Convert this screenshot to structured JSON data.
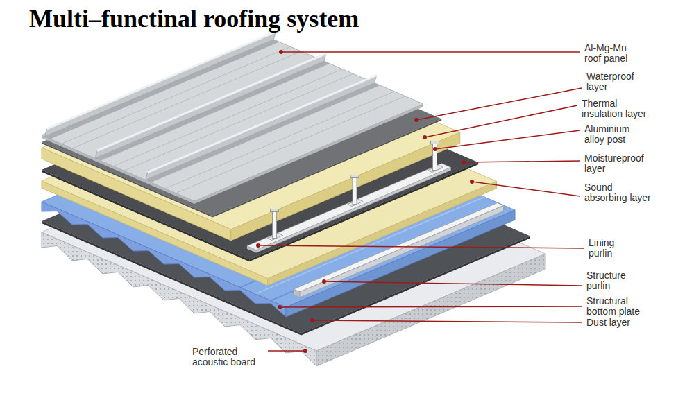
{
  "diagram": {
    "title": "Multi–functinal roofing system",
    "labels": [
      "Al-Mg-Mn roof panel",
      "Waterproof layer",
      "Thermal insulation layer",
      "Aluminium alloy post",
      "Moistureproof layer",
      "Sound absorbing layer",
      "Lining purlin",
      "Structure purlin",
      "Structural bottom plate",
      "Dust layer",
      "Perforated acoustic board"
    ]
  }
}
